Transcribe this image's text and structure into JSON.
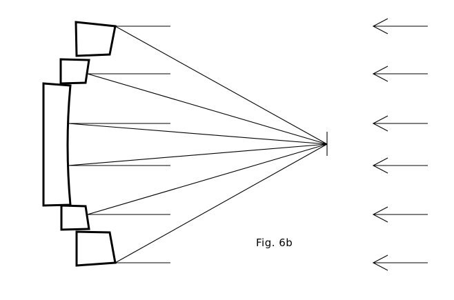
{
  "figure": {
    "caption": "Fig. 6b",
    "mirror_segments": [
      "top-outer-segment",
      "top-inner-segment",
      "center-segment",
      "bottom-inner-segment",
      "bottom-outer-segment"
    ],
    "incoming_ray_count": 6,
    "arrow_count": 6,
    "ink_color": "#000000",
    "background_color": "#ffffff"
  }
}
